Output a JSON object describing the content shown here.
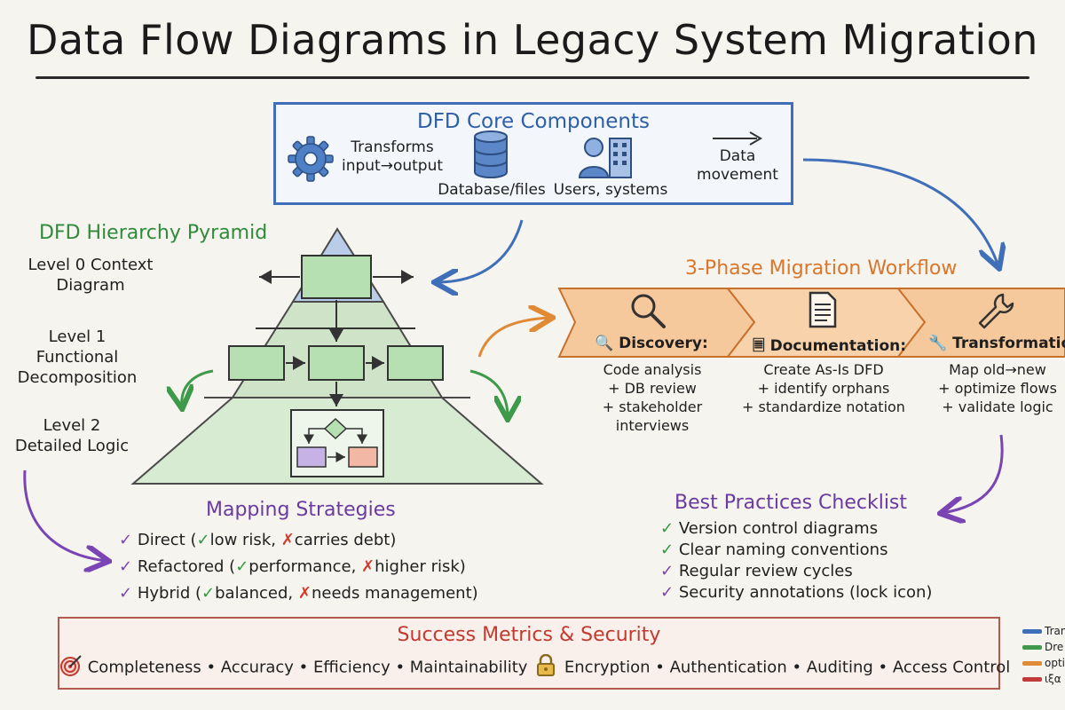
{
  "title": "Data Flow Diagrams in Legacy System Migration",
  "core": {
    "title": "DFD Core Components",
    "process_label": "Transforms input→output",
    "store_label": "Database/files",
    "entity_label": "Users, systems",
    "flow_label": "Data movement"
  },
  "pyramid": {
    "title": "DFD Hierarchy Pyramid",
    "level0": "Level 0 Context Diagram",
    "level1": "Level 1 Functional Decomposition",
    "level2": "Level 2 Detailed Logic"
  },
  "workflow": {
    "title": "3-Phase Migration Workflow",
    "phases": [
      {
        "title": "Discovery:",
        "lines": [
          "Code analysis",
          "+ DB review",
          "+ stakeholder",
          "interviews"
        ]
      },
      {
        "title": "Documentation:",
        "lines": [
          "Create As-Is DFD",
          "+ identify orphans",
          "+ standardize notation"
        ]
      },
      {
        "title": "Transformation",
        "lines": [
          "Map old→new",
          "+ optimize flows",
          "+ validate logic"
        ]
      }
    ]
  },
  "mapping": {
    "title": "Mapping Strategies",
    "items": [
      {
        "name": "Direct",
        "pro": "low risk",
        "con": "carries debt"
      },
      {
        "name": "Refactored",
        "pro": "performance",
        "con": "higher risk"
      },
      {
        "name": "Hybrid",
        "pro": "balanced",
        "con": "needs management"
      }
    ]
  },
  "practices": {
    "title": "Best Practices Checklist",
    "items": [
      "Version control diagrams",
      "Clear naming conventions",
      "Regular review cycles",
      "Security annotations (lock icon)"
    ]
  },
  "metrics": {
    "title": "Success Metrics & Security",
    "quality": "Completeness • Accuracy • Efficiency • Maintainability",
    "security": "Encryption • Authentication • Auditing • Access Control"
  },
  "legend": [
    {
      "label": "Tran",
      "color": "#3f6fb8"
    },
    {
      "label": "Dre",
      "color": "#3e9a4a"
    },
    {
      "label": "opti",
      "color": "#e08a35"
    },
    {
      "label": "ιξα",
      "color": "#c23a3a"
    }
  ],
  "colors": {
    "blue": "#3f6fb8",
    "green": "#3e9a4a",
    "orange": "#e08a35",
    "purple": "#7a44b5",
    "red": "#c23a2f"
  }
}
